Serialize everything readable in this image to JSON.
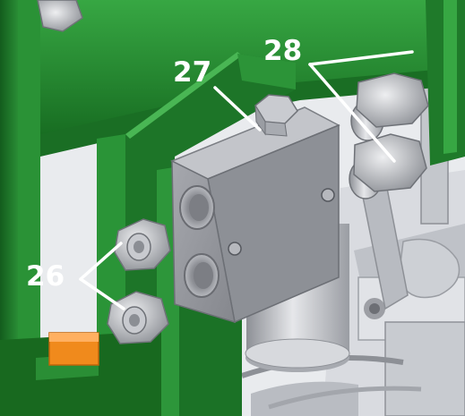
{
  "callouts": {
    "c26": "26",
    "c27": "27",
    "c28": "28"
  },
  "colors": {
    "frame_green": "#1f7a2a",
    "frame_green_light": "#2f9a3a",
    "block_gray": "#9a9ca3",
    "steel_light": "#cfd1d6",
    "accent_orange": "#f08a1c",
    "leader_white": "#ffffff"
  }
}
